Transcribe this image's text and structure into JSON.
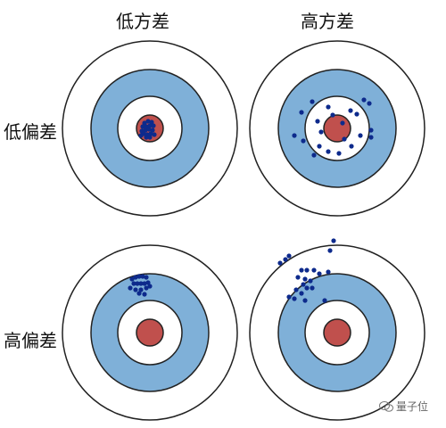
{
  "labels": {
    "col_low_variance": "低方差",
    "col_high_variance": "高方差",
    "row_low_bias": "低偏差",
    "row_high_bias": "高偏差"
  },
  "watermark": {
    "text": "量子位"
  },
  "colors": {
    "ring_outer": "#ffffff",
    "ring_blue": "#7fb0d8",
    "ring_white": "#ffffff",
    "bullseye": "#c0504d",
    "dot": "#0d2a8c",
    "stroke": "#222222"
  },
  "targets": [
    {
      "name": "target-low-bias-low-variance",
      "shots": [
        [
          -6,
          -6
        ],
        [
          -2,
          -8
        ],
        [
          2,
          -7
        ],
        [
          -8,
          -2
        ],
        [
          -4,
          -2
        ],
        [
          0,
          -3
        ],
        [
          4,
          -3
        ],
        [
          -9,
          3
        ],
        [
          -5,
          2
        ],
        [
          -1,
          1
        ],
        [
          3,
          2
        ],
        [
          -7,
          6
        ],
        [
          -3,
          7
        ],
        [
          1,
          6
        ],
        [
          -4,
          10
        ],
        [
          0,
          10
        ],
        [
          -10,
          8
        ],
        [
          5,
          7
        ]
      ]
    },
    {
      "name": "target-low-bias-high-variance",
      "shots": [
        [
          -28,
          -30
        ],
        [
          -10,
          -24
        ],
        [
          30,
          -32
        ],
        [
          36,
          -28
        ],
        [
          -5,
          -15
        ],
        [
          15,
          -20
        ],
        [
          -40,
          -18
        ],
        [
          -22,
          -8
        ],
        [
          6,
          -6
        ],
        [
          22,
          -16
        ],
        [
          -48,
          8
        ],
        [
          -18,
          4
        ],
        [
          -38,
          14
        ],
        [
          -20,
          20
        ],
        [
          8,
          12
        ],
        [
          26,
          8
        ],
        [
          38,
          2
        ],
        [
          38,
          10
        ],
        [
          16,
          20
        ],
        [
          -10,
          26
        ],
        [
          2,
          28
        ],
        [
          -26,
          30
        ]
      ]
    },
    {
      "name": "target-high-bias-low-variance",
      "shots": [
        [
          -20,
          -60
        ],
        [
          -16,
          -62
        ],
        [
          -12,
          -63
        ],
        [
          -8,
          -63
        ],
        [
          -4,
          -62
        ],
        [
          -18,
          -55
        ],
        [
          -14,
          -55
        ],
        [
          -10,
          -55
        ],
        [
          -6,
          -55
        ],
        [
          -2,
          -56
        ],
        [
          -22,
          -50
        ],
        [
          -16,
          -48
        ],
        [
          -10,
          -48
        ],
        [
          -4,
          -50
        ],
        [
          0,
          -52
        ],
        [
          -12,
          -44
        ],
        [
          -6,
          -43
        ]
      ]
    },
    {
      "name": "target-high-bias-high-variance",
      "shots": [
        [
          -4,
          -103
        ],
        [
          -8,
          -92
        ],
        [
          -54,
          -86
        ],
        [
          -58,
          -82
        ],
        [
          -64,
          -78
        ],
        [
          -40,
          -70
        ],
        [
          -34,
          -70
        ],
        [
          -26,
          -70
        ],
        [
          -20,
          -66
        ],
        [
          -10,
          -68
        ],
        [
          -44,
          -62
        ],
        [
          -36,
          -60
        ],
        [
          -30,
          -58
        ],
        [
          -38,
          -54
        ],
        [
          -34,
          -50
        ],
        [
          -28,
          -50
        ],
        [
          -46,
          -48
        ],
        [
          -40,
          -44
        ],
        [
          -54,
          -40
        ],
        [
          -48,
          -38
        ],
        [
          -36,
          -36
        ],
        [
          -14,
          -36
        ]
      ]
    }
  ]
}
